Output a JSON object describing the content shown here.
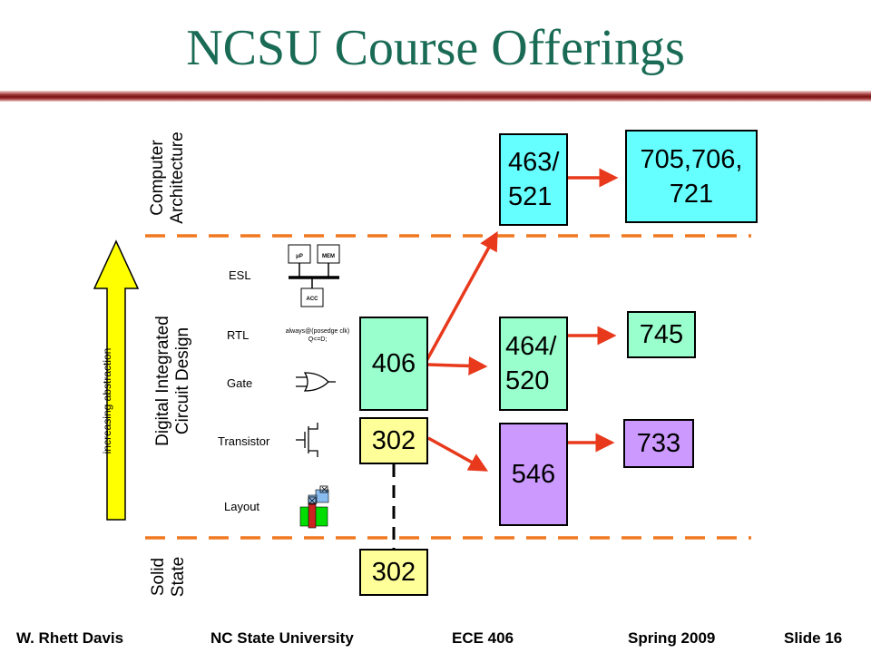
{
  "slide": {
    "title": "NCSU Course Offerings"
  },
  "regions": {
    "computer_architecture": [
      "Computer",
      "Architecture"
    ],
    "digital_ic_design": [
      "Digital Integrated",
      "Circuit Design"
    ],
    "solid_state": [
      "Solid",
      "State"
    ]
  },
  "abstraction_arrow": {
    "label": "increasing abstraction",
    "color": "#ffff00"
  },
  "abstraction_levels": [
    "ESL",
    "RTL",
    "Gate",
    "Transistor",
    "Layout"
  ],
  "illustrations": {
    "esl_up": "μP",
    "esl_mem": "MEM",
    "esl_acc": "ACC",
    "rtl_code_line1": "always@(posedge clk)",
    "rtl_code_line2": "Q<=D;"
  },
  "courses": {
    "c406": "406",
    "c302_upper": "302",
    "c302_lower": "302",
    "c463_521": [
      "463/",
      "521"
    ],
    "c464_520": [
      "464/",
      "520"
    ],
    "c546": "546",
    "c705_706_721": [
      "705,706,",
      "721"
    ],
    "c745": "745",
    "c733": "733"
  },
  "colors": {
    "title_text": "#1a6b55",
    "title_rule": "#7a1414",
    "dashed_divider": "#f07820",
    "course_arrow": "#e8391c",
    "cyan_box": "#66ffff",
    "green_box": "#99ffcc",
    "yellow_box": "#ffff99",
    "purple_box": "#cc99ff"
  },
  "footer": {
    "author": "W. Rhett Davis",
    "university": "NC State University",
    "course": "ECE 406",
    "term": "Spring 2009",
    "slide": "Slide 16"
  }
}
